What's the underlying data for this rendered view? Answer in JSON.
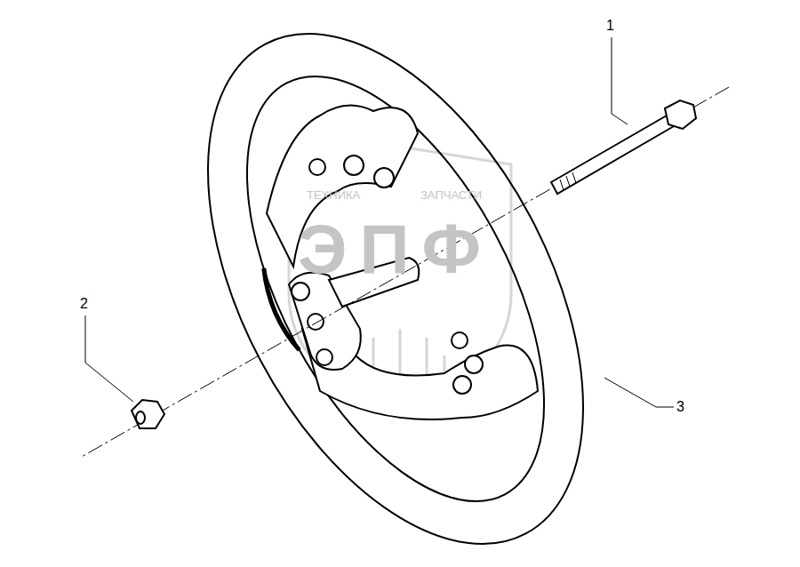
{
  "diagram": {
    "labels": [
      "1",
      "2",
      "3",
      "ТЕХНИКА",
      "ЗАПЧАСТИ",
      "ЭПФ"
    ]
  }
}
